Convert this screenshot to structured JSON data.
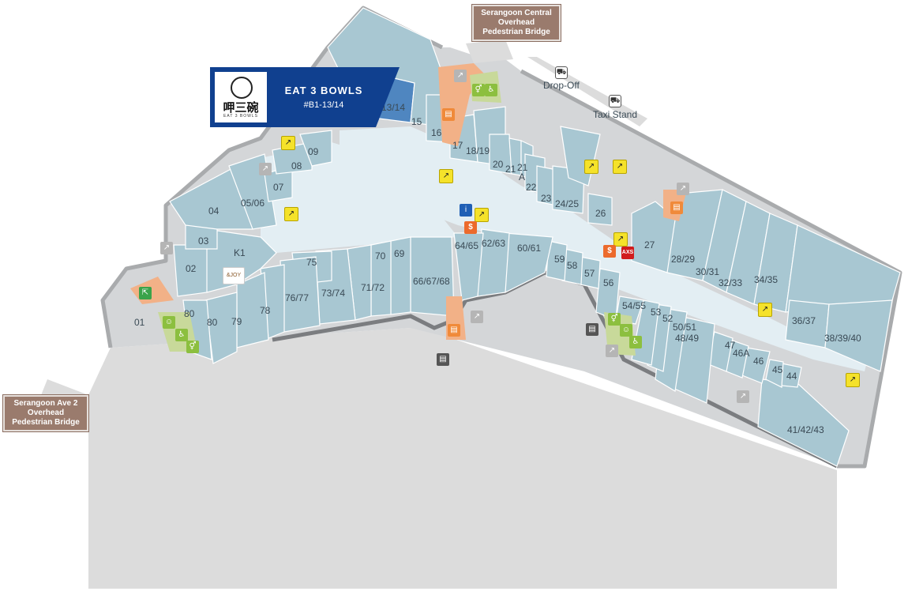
{
  "map": {
    "colors": {
      "unit": "#a8c7d2",
      "highlight_unit": "#4f86c0",
      "corridor": "#e3eef3",
      "callout": "#10408f",
      "sign": "#9a7b6d"
    },
    "callout": {
      "store_name": "EAT 3 BOWLS",
      "unit_no": "#B1-13/14",
      "logo_text_cn": "呷三碗",
      "logo_text_en": "EAT 3 BOWLS"
    },
    "signs": {
      "serangoon_central": [
        "Serangoon Central",
        "Overhead",
        "Pedestrian Bridge"
      ],
      "serangoon_ave2": [
        "Serangoon Ave 2",
        "Overhead",
        "Pedestrian Bridge"
      ]
    },
    "pois": {
      "drop_off": "Drop-Off",
      "taxi_stand": "Taxi Stand"
    },
    "kiosk_label": "K1",
    "units": [
      "01",
      "02",
      "03",
      "04",
      "05/06",
      "07",
      "08",
      "09",
      "13/14",
      "15",
      "16",
      "17",
      "18/19",
      "20",
      "21",
      "21 A",
      "22",
      "23",
      "24/25",
      "26",
      "27",
      "28/29",
      "30/31",
      "32/33",
      "34/35",
      "36/37",
      "38/39/40",
      "41/42/43",
      "44",
      "45",
      "46",
      "46A",
      "47",
      "48/49",
      "50/51",
      "52",
      "53",
      "54/55",
      "56",
      "57",
      "58",
      "59",
      "60/61",
      "62/63",
      "64/65",
      "66/67/68",
      "69",
      "70",
      "71/72",
      "73/74",
      "75",
      "76/77",
      "78",
      "79",
      "80",
      "80"
    ],
    "icons": [
      "escalator-icon",
      "travelator-icon",
      "lift-icon",
      "atm-icon",
      "toilet-icon",
      "accessible-toilet-icon",
      "nursing-room-icon",
      "fire-exit-icon",
      "information-icon",
      "axs-icon",
      "and-joy-logo"
    ]
  }
}
